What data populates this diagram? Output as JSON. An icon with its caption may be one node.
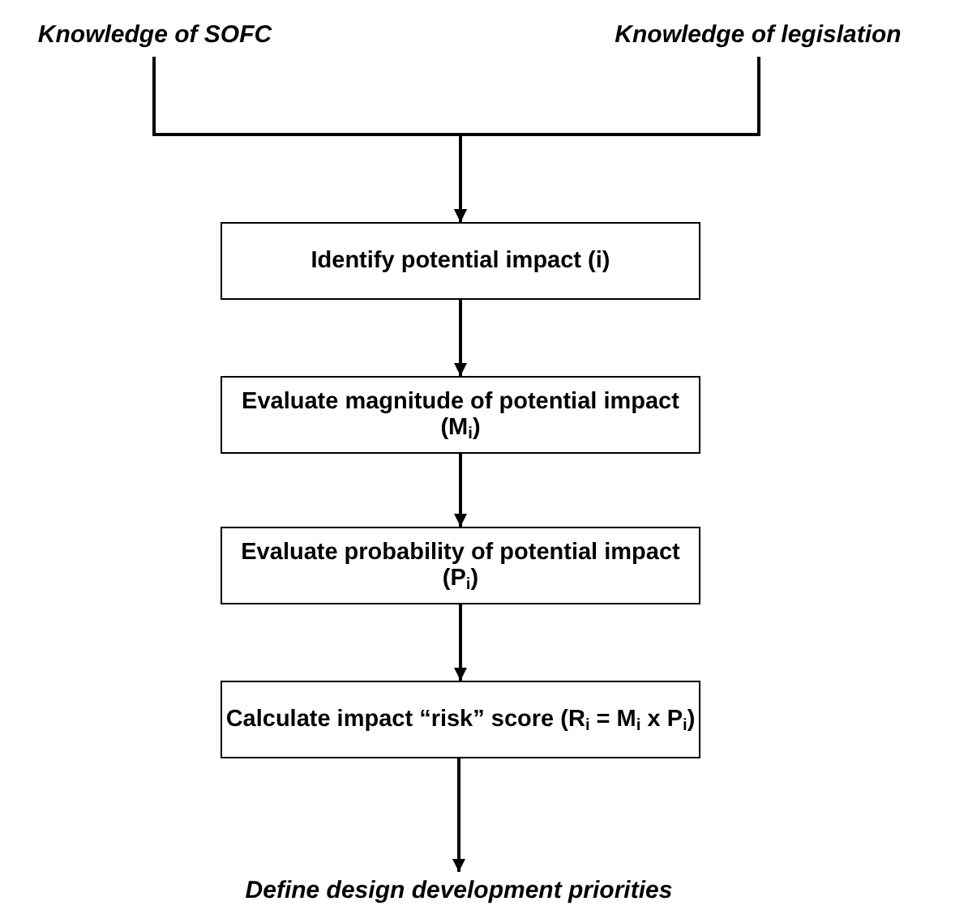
{
  "diagram": {
    "nodes": [
      {
        "text": [
          "Knowledge of SOFC"
        ]
      },
      {
        "text": [
          "Knowledge of legislation"
        ]
      },
      {
        "text": [
          "Identify potential impact (i)"
        ]
      },
      {
        "text": [
          "Evaluate magnitude of potential impact (M$_{i}$)"
        ]
      },
      {
        "text": [
          "Evaluate probability of potential impact (P$_{i}$)"
        ]
      },
      {
        "text": [
          "Calculate impact “risk” score (R$_{i}$ = M$_{i}$ x P$_{i}$)"
        ]
      },
      {
        "text": [
          "Define design development priorities"
        ]
      }
    ],
    "edges": [
      {
        "from": 0,
        "to": 2,
        "arrow": "to"
      },
      {
        "from": 1,
        "to": 2,
        "arrow": "to"
      },
      {
        "from": 2,
        "to": 3,
        "arrow": "to"
      },
      {
        "from": 3,
        "to": 4,
        "arrow": "to"
      },
      {
        "from": 4,
        "to": 5,
        "arrow": "to"
      },
      {
        "from": 5,
        "to": 6,
        "arrow": "to"
      }
    ]
  }
}
